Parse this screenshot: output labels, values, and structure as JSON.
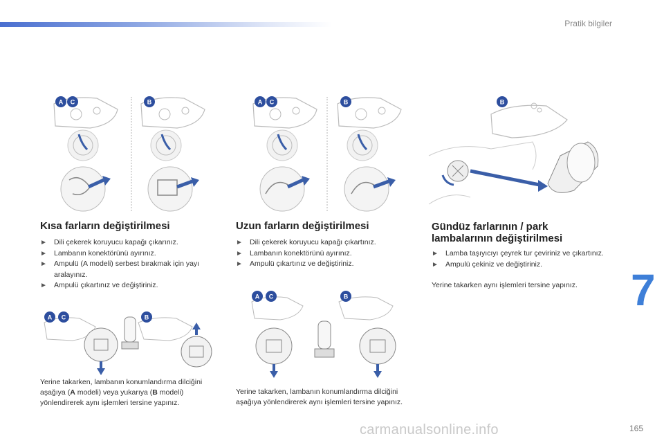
{
  "header": {
    "section_title": "Pratik bilgiler"
  },
  "chapter": {
    "number": "7"
  },
  "footer": {
    "page_number": "165",
    "watermark": "carmanualsonline.info"
  },
  "badges": {
    "a": "A",
    "b": "B",
    "c": "C"
  },
  "colors": {
    "accent": "#3e7fd8",
    "badge": "#2d4e9e",
    "arrow": "#3a5ea8"
  },
  "columns": [
    {
      "title": "Kısa farların değiştirilmesi",
      "steps": [
        "Dili çekerek koruyucu kapağı çıkarınız.",
        "Lambanın konektörünü ayırınız.",
        "Ampulü (A modeli) serbest bırakmak için yayı aralayınız.",
        "Ampulü çıkartınız ve değiştiriniz."
      ],
      "note_parts": [
        "Yerine takarken, lambanın konumlandırma dilciğini aşağıya (",
        "A",
        " modeli) veya yukarıya (",
        "B",
        " modeli) yönlendirerek aynı işlemleri tersine yapınız."
      ]
    },
    {
      "title": "Uzun farların değiştirilmesi",
      "steps": [
        "Dili çekerek koruyucu kapağı çıkartınız.",
        "Lambanın konektörünü ayırınız.",
        "Ampulü çıkartınız ve değiştiriniz."
      ],
      "note": "Yerine takarken, lambanın konumlandırma dilciğini aşağıya yönlendirerek aynı işlemleri tersine yapınız."
    },
    {
      "title": "Gündüz farlarının / park lambalarının değiştirilmesi",
      "steps": [
        "Lamba taşıyıcıyı çeyrek tur çeviriniz ve çıkartınız.",
        "Ampulü çekiniz ve değiştiriniz."
      ],
      "note": "Yerine takarken aynı işlemleri tersine yapınız."
    }
  ]
}
